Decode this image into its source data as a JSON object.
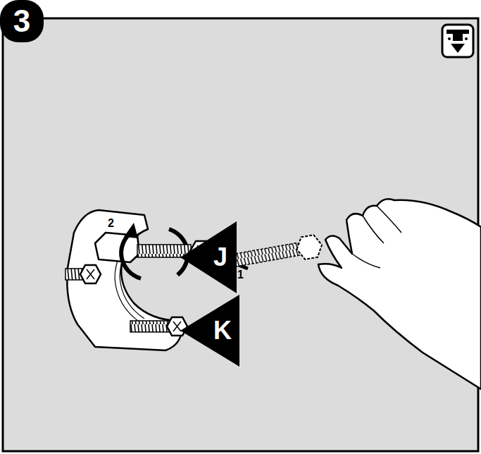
{
  "diagram": {
    "nodes": [
      {
        "text": [
          "3"
        ]
      },
      {
        "text": [
          "J"
        ]
      },
      {
        "text": [
          "K"
        ]
      }
    ],
    "labels": [
      "2",
      "1"
    ]
  }
}
